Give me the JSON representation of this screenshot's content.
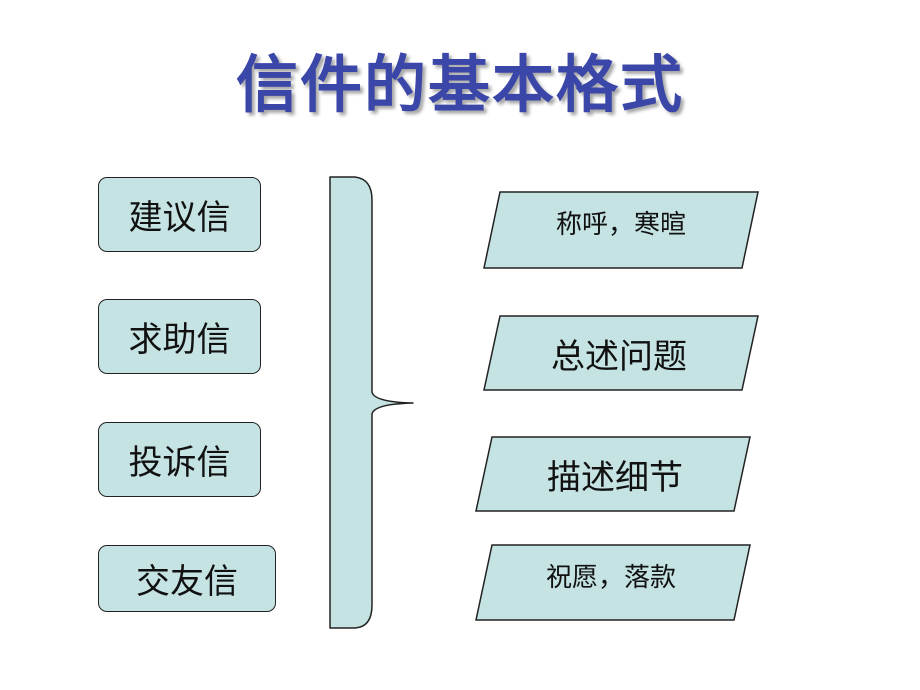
{
  "title": "信件的基本格式",
  "letter_types": [
    "建议信",
    "求助信",
    "投诉信",
    "交友信"
  ],
  "letter_parts": [
    "称呼，寒暄",
    "总述问题",
    "描述细节",
    "祝愿，落款"
  ],
  "colors": {
    "title": "#3a46a8",
    "box_fill": "#c4e3e2",
    "border": "#222222"
  }
}
